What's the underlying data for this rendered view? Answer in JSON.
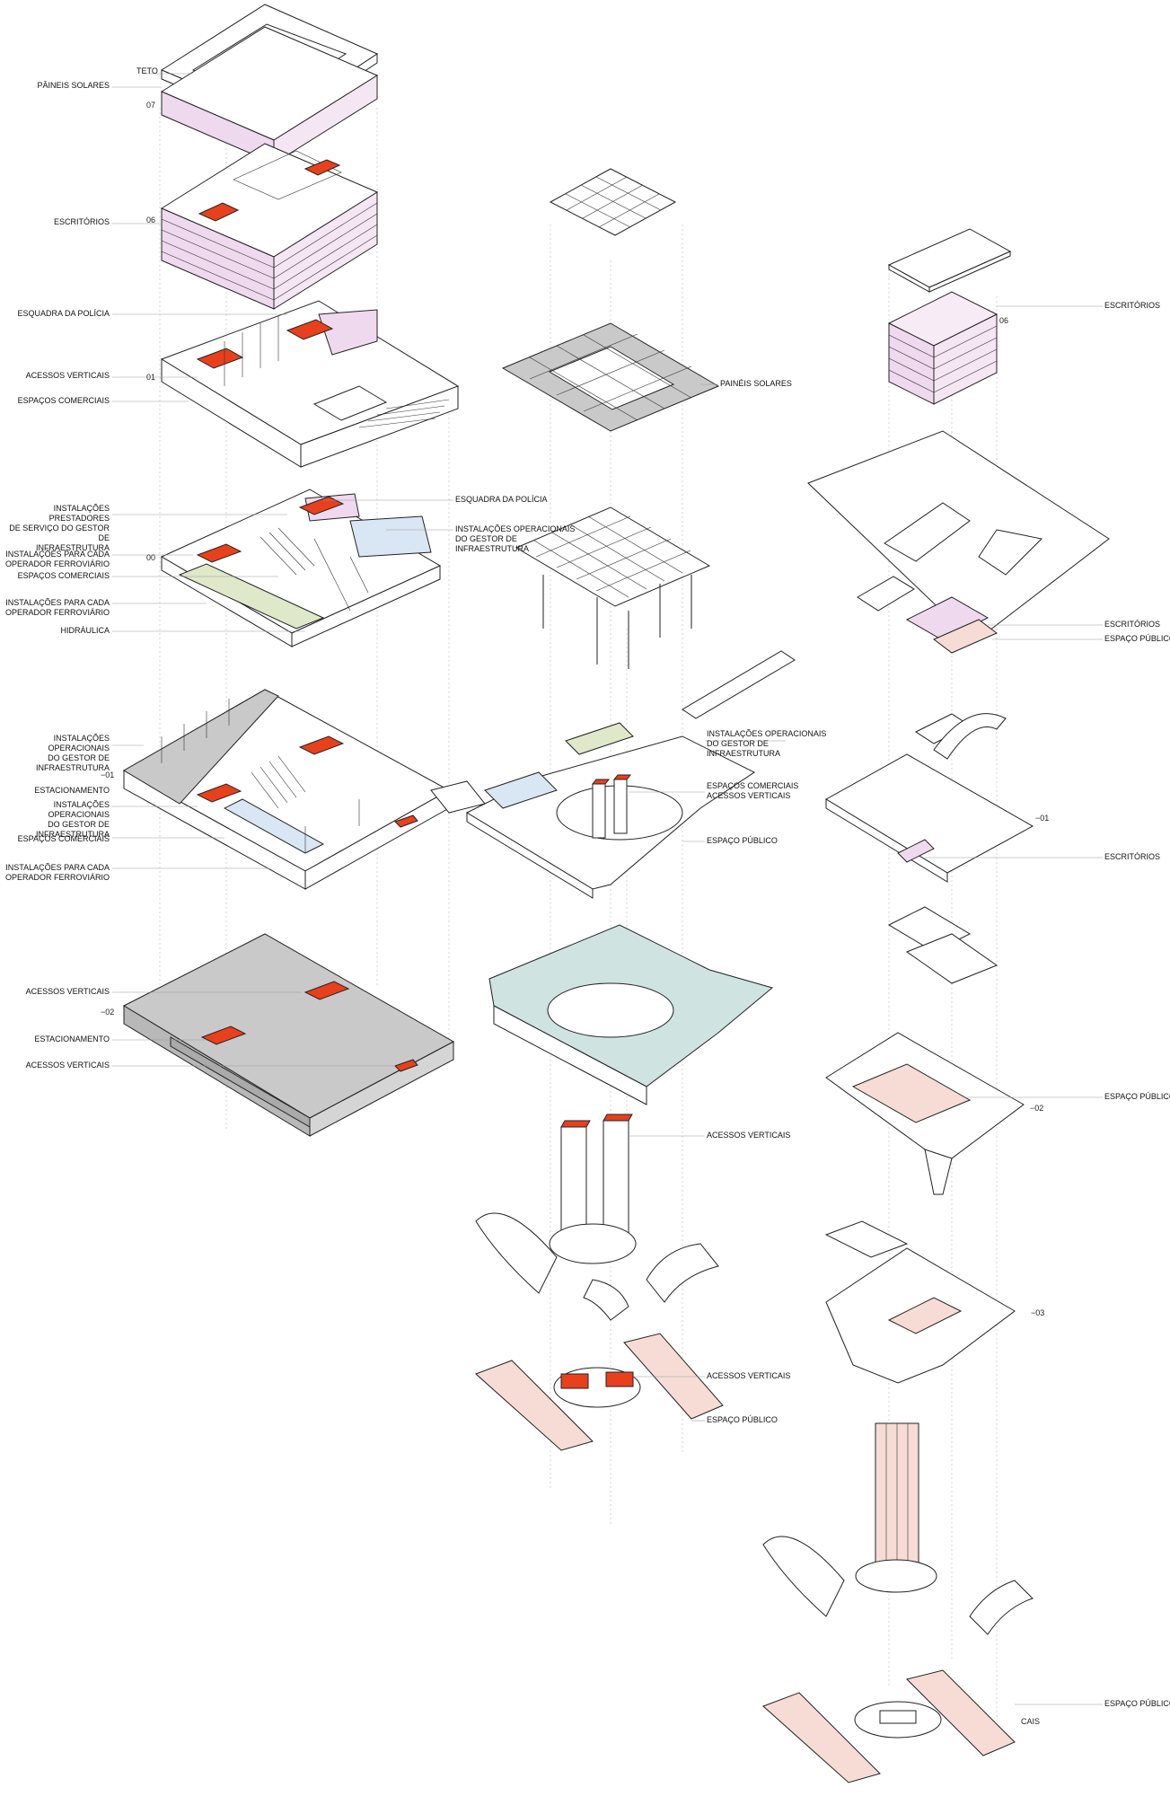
{
  "colors": {
    "red": "#e8401c",
    "pink": "#f6dcd4",
    "lilac": "#efd9ee",
    "teal": "#cfe3e0",
    "green": "#dfe8c9",
    "blue": "#d9e6f3",
    "grey": "#c9c9c9",
    "darkgrey": "#b8b8b8"
  },
  "left_column": {
    "labels": {
      "teto": "TETO",
      "paineis": "PÂINEIS SOLARES",
      "escritorios": "ESCRITÓRIOS",
      "esquadra": "ESQUADRA DA POLÍCIA",
      "acessos1": "ACESSOS VERTICAIS",
      "comerciais1": "ESPAÇOS COMERCIAIS",
      "prestadores": "INSTALAÇÕES PRESTADORES\nDE SERVIÇO DO GESTOR DE\nINFRAESTRUTURA",
      "operador1": "INSTALAÇÕES PARA CADA\nOPERADOR FERROVIÁRIO",
      "comerciais2": "ESPAÇOS COMERCIAIS",
      "operador2": "INSTALAÇÕES PARA CADA\nOPERADOR FERROVIÁRIO",
      "hidraulica": "HIDRÁULICA",
      "esquadra2": "ESQUADRA DA POLÍCIA",
      "operacionais_r": "INSTALAÇÕES OPERACIONAIS\nDO GESTOR DE\nINFRAESTRUTURA",
      "operacionais1": "INSTALAÇÕES OPERACIONAIS\nDO GESTOR DE\nINFRAESTRUTURA",
      "estacionamento1": "ESTACIONAMENTO",
      "operacionais2": "INSTALAÇÕES OPERACIONAIS\nDO GESTOR DE\nINFRAESTRUTURA",
      "comerciais3": "ESPAÇOS COMERCIAIS",
      "operador3": "INSTALAÇÕES PARA CADA\nOPERADOR FERROVIÁRIO",
      "acessos2": "ACESSOS VERTICAIS",
      "estacionamento2": "ESTACIONAMENTO",
      "acessos3": "ACESSOS VERTICAIS"
    },
    "levels": {
      "l07": "07",
      "l06": "06",
      "l01": "01",
      "l00": "00",
      "lm01": "−01",
      "lm02": "−02"
    }
  },
  "middle_column": {
    "labels": {
      "paineis": "PAINÉIS SOLARES",
      "operacionais": "INSTALAÇÕES OPERACIONAIS\nDO GESTOR DE\nINFRAESTRUTURA",
      "comerciais_acessos": "ESPAÇOS COMERCIAIS\nACESSOS VERTICAIS",
      "publico1": "ESPAÇO PÚBLICO",
      "acessos1": "ACESSOS VERTICAIS",
      "acessos2": "ACESSOS VERTICAIS",
      "publico2": "ESPAÇO PÚBLICO"
    }
  },
  "right_column": {
    "labels": {
      "escritorios1": "ESCRITÓRIOS",
      "escritorios2": "ESCRITÓRIOS",
      "publico1": "ESPAÇO PÚBLICO",
      "escritorios3": "ESCRITÓRIOS",
      "publico2": "ESPAÇO PÚBLICO",
      "publico3": "ESPAÇO PÚBLICO",
      "cais": "CAIS"
    },
    "levels": {
      "l06": "06",
      "lm01": "−01",
      "lm02": "−02",
      "lm03": "−03"
    }
  }
}
